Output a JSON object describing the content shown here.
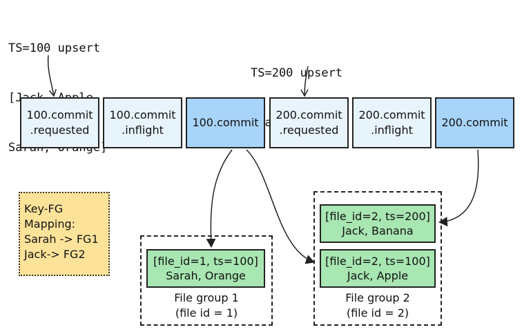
{
  "notes": {
    "ts100": [
      "TS=100 upsert",
      "[Jack, Apple",
      "Sarah, Orange]"
    ],
    "ts200": [
      "TS=200 upsert",
      "[Jack, Banana]"
    ]
  },
  "timeline": [
    {
      "line1": "100.commit",
      "line2": ".requested",
      "state": "light"
    },
    {
      "line1": "100.commit",
      "line2": ".inflight",
      "state": "light"
    },
    {
      "line1": "100.commit",
      "line2": "",
      "state": "dark"
    },
    {
      "line1": "200.commit",
      "line2": ".requested",
      "state": "light"
    },
    {
      "line1": "200.commit",
      "line2": ".inflight",
      "state": "light"
    },
    {
      "line1": "200.commit",
      "line2": "",
      "state": "dark"
    }
  ],
  "mapping": {
    "lines": [
      "Key-FG",
      "Mapping:",
      "Sarah -> FG1",
      "Jack-> FG2"
    ]
  },
  "file_group_1": {
    "label": "File group 1",
    "sublabel": "(file id = 1)",
    "slices": [
      {
        "header": "[file_id=1, ts=100]",
        "records": "Sarah, Orange"
      }
    ]
  },
  "file_group_2": {
    "label": "File group 2",
    "sublabel": "(file id = 2)",
    "slices": [
      {
        "header": "[file_id=2, ts=200]",
        "records": "Jack, Banana"
      },
      {
        "header": "[file_id=2, ts=100]",
        "records": "Jack, Apple"
      }
    ]
  },
  "colors": {
    "instant_pending": "#e8f4fc",
    "instant_completed": "#a9d4f9",
    "file_slice": "#a8e6b2",
    "mapping_note": "#fde39a"
  }
}
